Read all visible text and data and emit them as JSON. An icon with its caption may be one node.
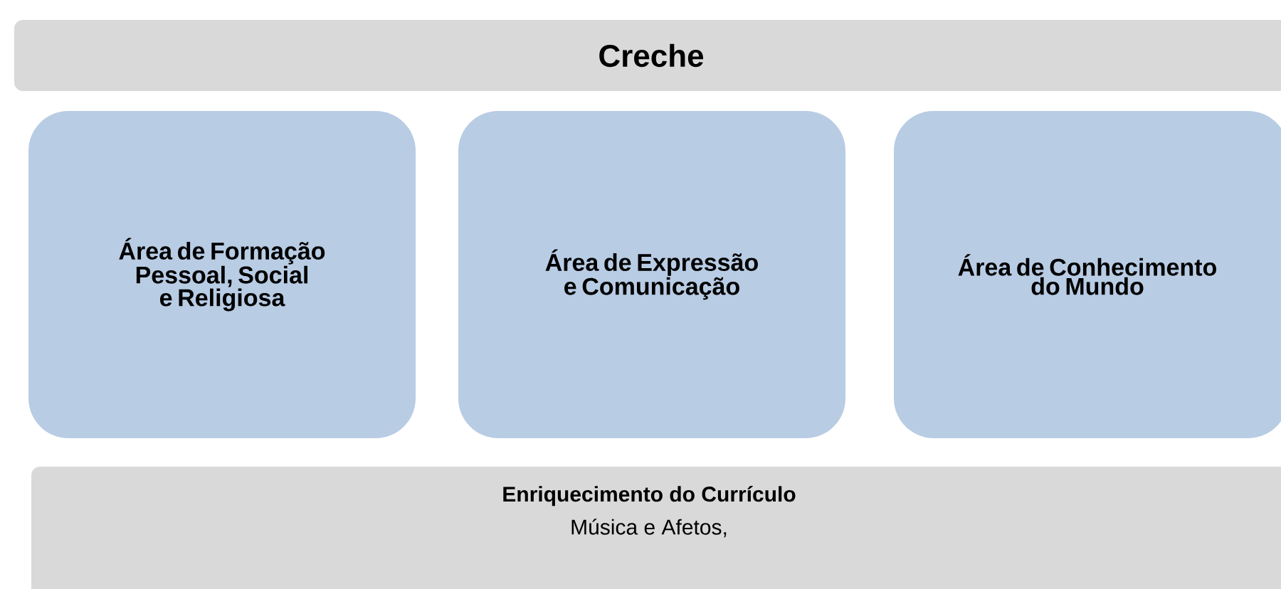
{
  "diagram": {
    "nodes": [
      {
        "text": [
          "Creche"
        ]
      },
      {
        "text": [
          "Área de Formação Pessoal, Social e Religiosa"
        ]
      },
      {
        "text": [
          "Área de Expressão e Comunicação"
        ]
      },
      {
        "text": [
          "Área de Conhecimento do Mundo"
        ]
      },
      {
        "text": [
          "Enriquecimento do Currículo",
          "Música e Afetos,"
        ]
      }
    ]
  }
}
